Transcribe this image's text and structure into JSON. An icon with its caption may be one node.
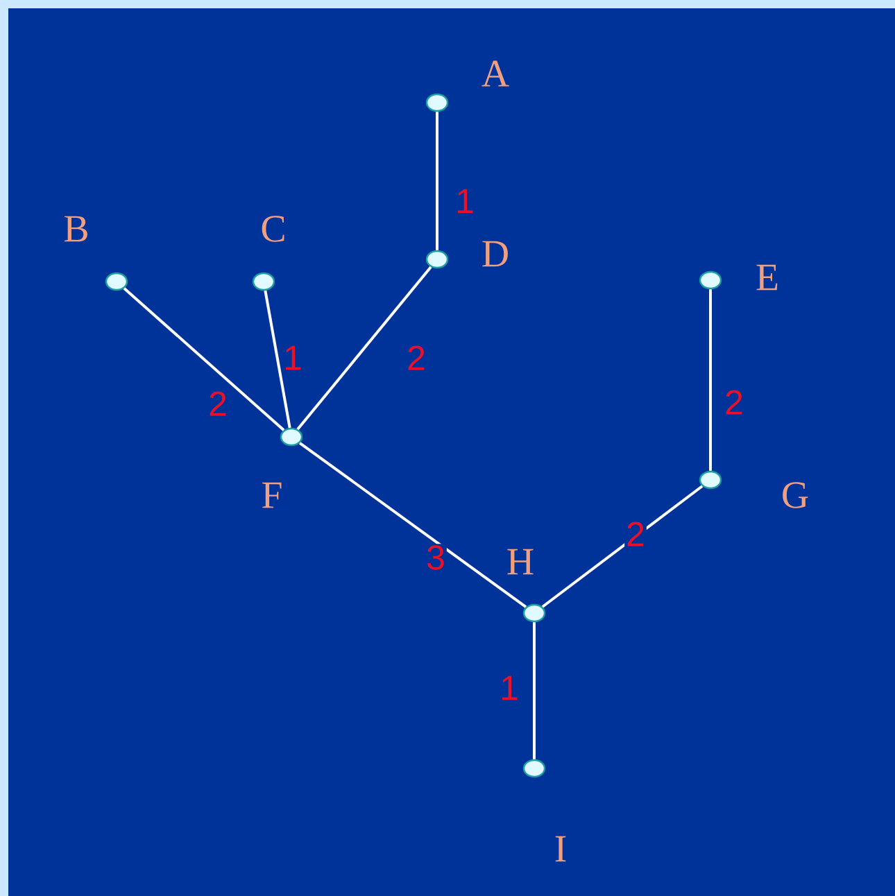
{
  "diagram": {
    "nodes": [
      {
        "text": [],
        "shape": "circle",
        "beside": [
          "A"
        ]
      },
      {
        "text": [],
        "shape": "circle",
        "beside": [
          "B"
        ]
      },
      {
        "text": [],
        "shape": "circle",
        "beside": [
          "C"
        ]
      },
      {
        "text": [],
        "shape": "circle",
        "beside": [
          "D"
        ]
      },
      {
        "text": [],
        "shape": "circle",
        "beside": [
          "E"
        ]
      },
      {
        "text": [],
        "shape": "circle",
        "beside": [
          "F"
        ]
      },
      {
        "text": [],
        "shape": "circle",
        "beside": [
          "G"
        ]
      },
      {
        "text": [],
        "shape": "circle",
        "beside": [
          "H"
        ]
      },
      {
        "text": [],
        "shape": "circle",
        "beside": [
          "I"
        ]
      }
    ],
    "edges": [
      {
        "from": 0,
        "to": 3,
        "arrow": "none",
        "label": "1"
      },
      {
        "from": 1,
        "to": 5,
        "arrow": "none",
        "label": "2"
      },
      {
        "from": 2,
        "to": 5,
        "arrow": "none",
        "label": "1"
      },
      {
        "from": 3,
        "to": 5,
        "arrow": "none",
        "label": "2"
      },
      {
        "from": 4,
        "to": 6,
        "arrow": "none",
        "label": "2"
      },
      {
        "from": 5,
        "to": 7,
        "arrow": "none",
        "label": "3"
      },
      {
        "from": 6,
        "to": 7,
        "arrow": "none",
        "label": "2"
      },
      {
        "from": 7,
        "to": 8,
        "arrow": "none",
        "label": "1"
      }
    ]
  }
}
